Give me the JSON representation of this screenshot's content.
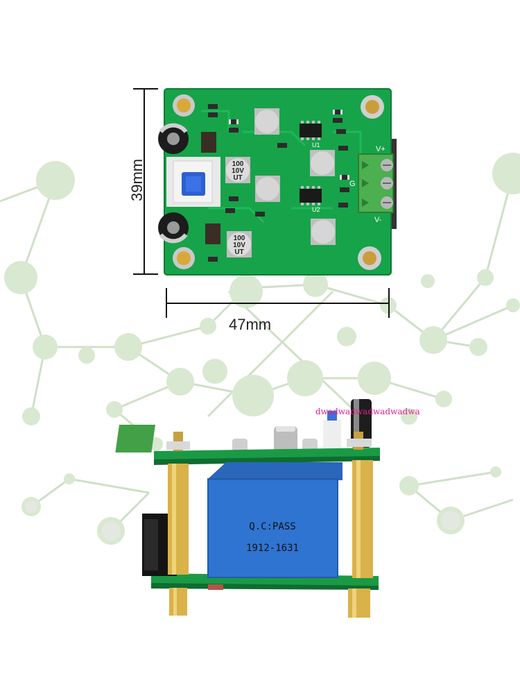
{
  "dimensions": {
    "height": "39mm",
    "width": "47mm"
  },
  "watermark": "dwadwadwadwadwadwa",
  "board_top": {
    "capacitor_marking": [
      "100",
      "10V",
      "UT"
    ],
    "terminal_labels": [
      "V+",
      "G",
      "V-"
    ],
    "chip_labels": [
      "U1",
      "U2"
    ]
  },
  "transformer": {
    "line1": "Q.C:PASS",
    "line2": "1912-1631"
  },
  "colors": {
    "pcb": "#17a34a",
    "transformer": "#2f74d0",
    "brass": "#d9b24a",
    "terminal": "#4caf50"
  }
}
